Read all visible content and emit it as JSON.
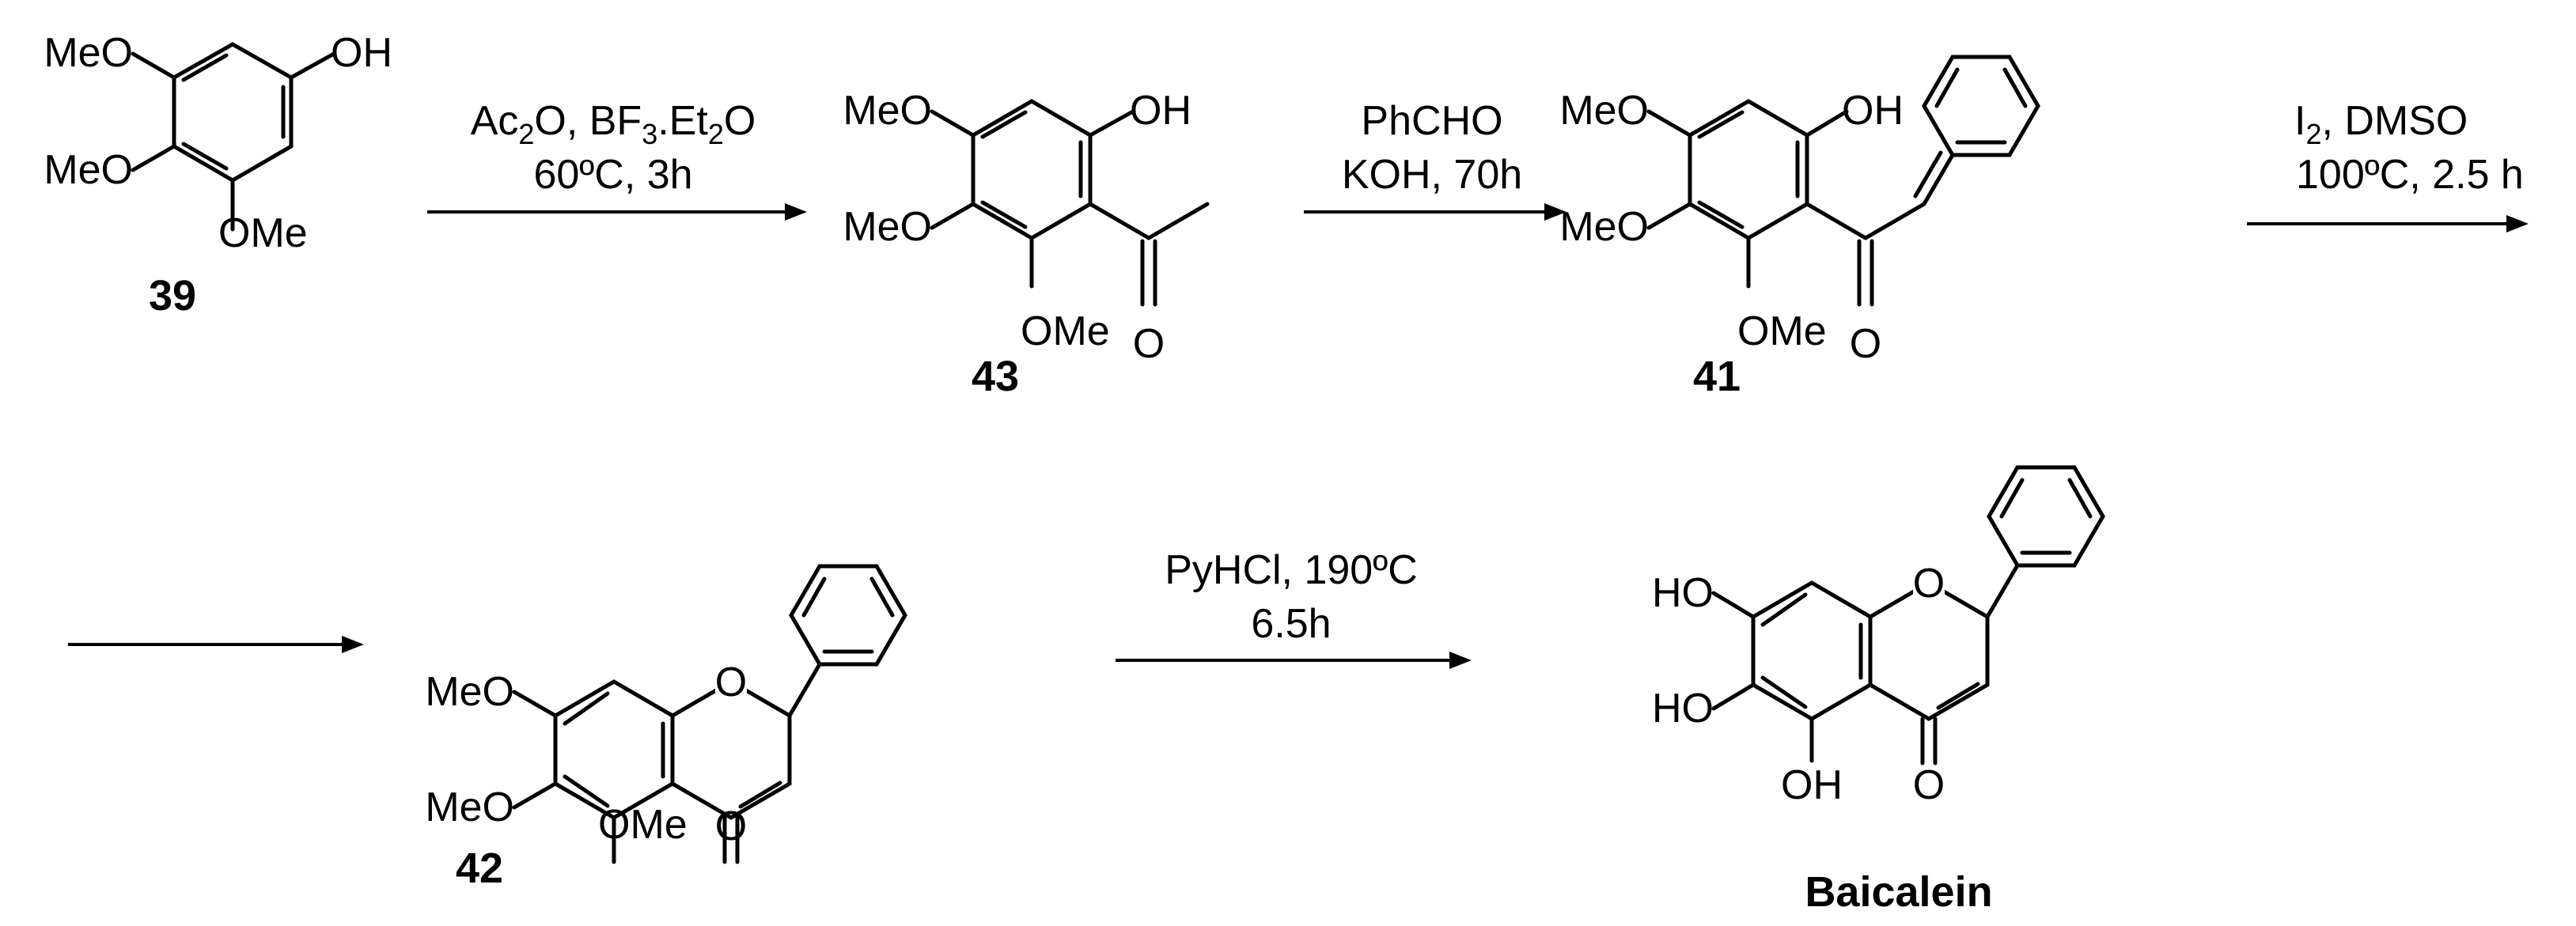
{
  "colors": {
    "ink": "#000000",
    "background": "#ffffff"
  },
  "compounds": {
    "c39": {
      "number": "39",
      "groups": {
        "oh": "OH",
        "meo_a": "MeO",
        "meo_b": "MeO",
        "ome": "OMe"
      }
    },
    "c43": {
      "number": "43",
      "groups": {
        "oh": "OH",
        "meo_a": "MeO",
        "meo_b": "MeO",
        "ome": "OMe",
        "o": "O"
      }
    },
    "c41": {
      "number": "41",
      "groups": {
        "oh": "OH",
        "meo_a": "MeO",
        "meo_b": "MeO",
        "ome": "OMe",
        "o": "O"
      }
    },
    "c42": {
      "number": "42",
      "groups": {
        "ring_o": "O",
        "meo_a": "MeO",
        "meo_b": "MeO",
        "ome": "OMe",
        "o": "O"
      }
    },
    "baicalein": {
      "name": "Baicalein",
      "groups": {
        "ring_o": "O",
        "ho_a": "HO",
        "ho_b": "HO",
        "oh": "OH",
        "o": "O"
      }
    }
  },
  "steps": {
    "step1": {
      "line1": "Ac2O, BF3.Et2O",
      "line2": "60ºC, 3h"
    },
    "step2": {
      "line1": "PhCHO",
      "line2": "KOH, 70h"
    },
    "step3": {
      "line1": "I2, DMSO",
      "line2": "100ºC, 2.5 h"
    },
    "step4": {
      "line1": "PyHCl, 190ºC",
      "line2": "6.5h"
    }
  }
}
